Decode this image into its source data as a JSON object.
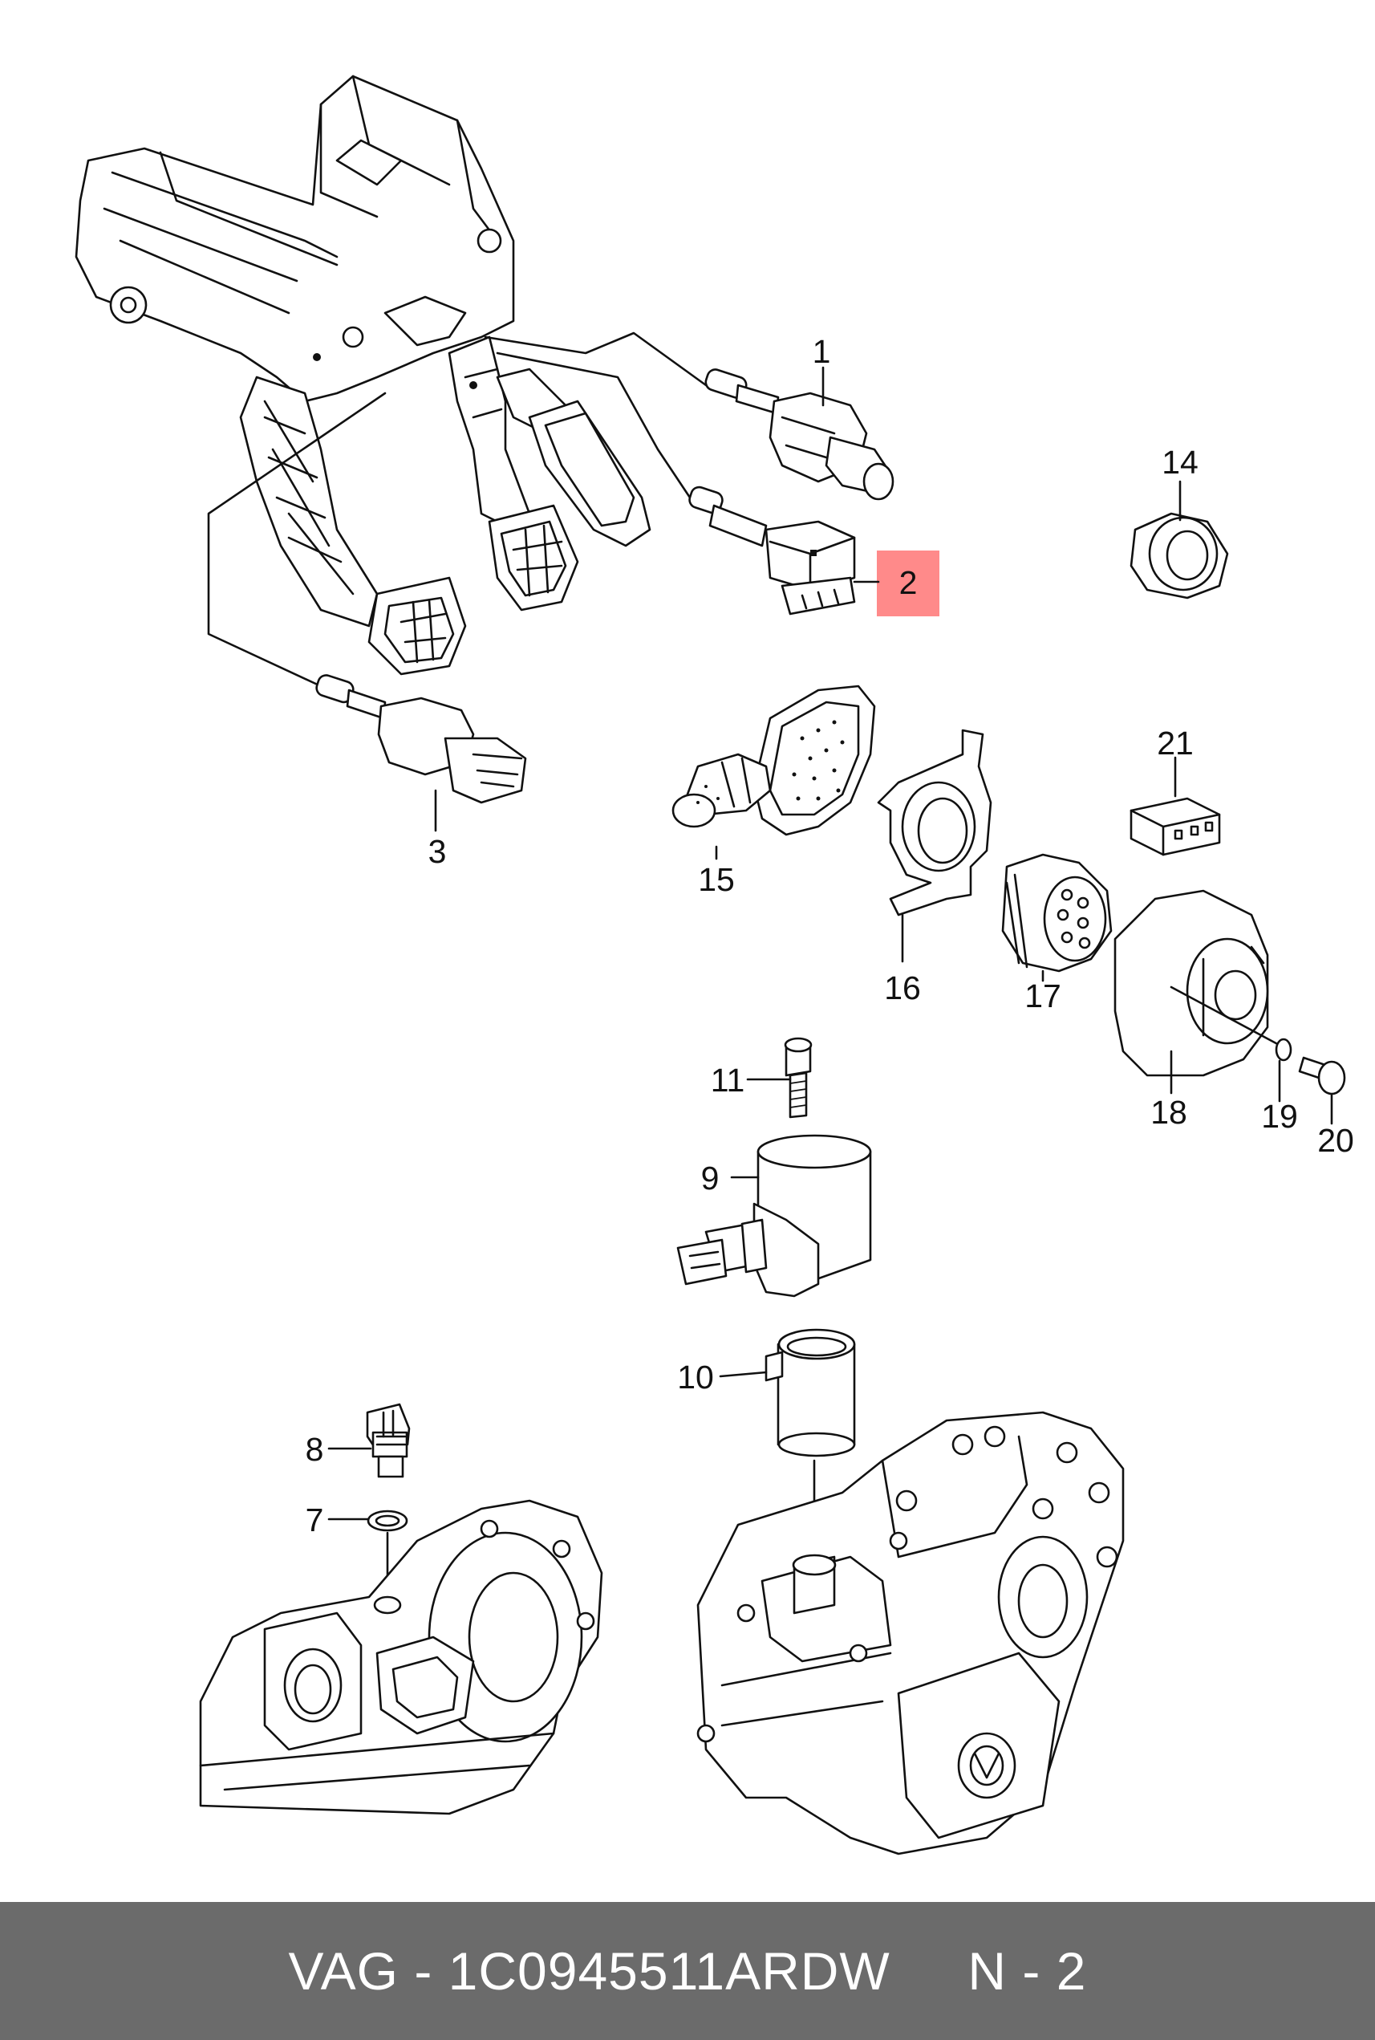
{
  "callouts": {
    "c1": "1",
    "c2": "2",
    "c3": "3",
    "c7": "7",
    "c8": "8",
    "c9": "9",
    "c10": "10",
    "c11": "11",
    "c14": "14",
    "c15": "15",
    "c16": "16",
    "c17": "17",
    "c18": "18",
    "c19": "19",
    "c20": "20",
    "c21": "21"
  },
  "highlight_color": "#ff8a8a",
  "footer": {
    "brand": "VAG",
    "separator": " - ",
    "part_number": "1C0945511ARDW",
    "gap": "     ",
    "position": "N - 2"
  }
}
